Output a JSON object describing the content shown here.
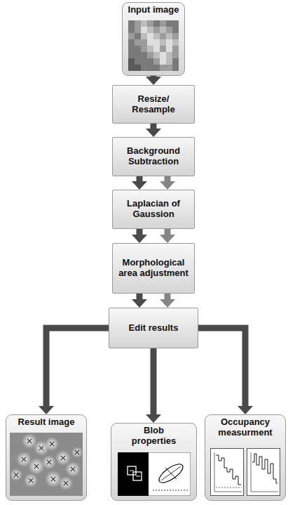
{
  "diagram": {
    "nodes": [
      {
        "text": [
          "Input image"
        ]
      },
      {
        "text": [
          "Resize/ Resample"
        ]
      },
      {
        "text": [
          "Background Subtraction"
        ]
      },
      {
        "text": [
          "Laplacian of Gaussion"
        ]
      },
      {
        "text": [
          "Morphological area adjustment"
        ]
      },
      {
        "text": [
          "Edit results"
        ]
      },
      {
        "text": [
          "Result image"
        ]
      },
      {
        "text": [
          "Blob properties"
        ]
      },
      {
        "text": [
          "Occupancy measurment"
        ]
      }
    ],
    "edges": [
      {
        "from": 0,
        "to": 1,
        "arrow": "to"
      },
      {
        "from": 1,
        "to": 2,
        "arrow": "to"
      },
      {
        "from": 2,
        "to": 3,
        "arrow": "to"
      },
      {
        "from": 2,
        "to": 3,
        "arrow": "to"
      },
      {
        "from": 3,
        "to": 4,
        "arrow": "to"
      },
      {
        "from": 3,
        "to": 4,
        "arrow": "to"
      },
      {
        "from": 4,
        "to": 5,
        "arrow": "to"
      },
      {
        "from": 4,
        "to": 5,
        "arrow": "to"
      },
      {
        "from": 5,
        "to": 6,
        "arrow": "to"
      },
      {
        "from": 5,
        "to": 7,
        "arrow": "to"
      },
      {
        "from": 5,
        "to": 8,
        "arrow": "to"
      }
    ]
  }
}
